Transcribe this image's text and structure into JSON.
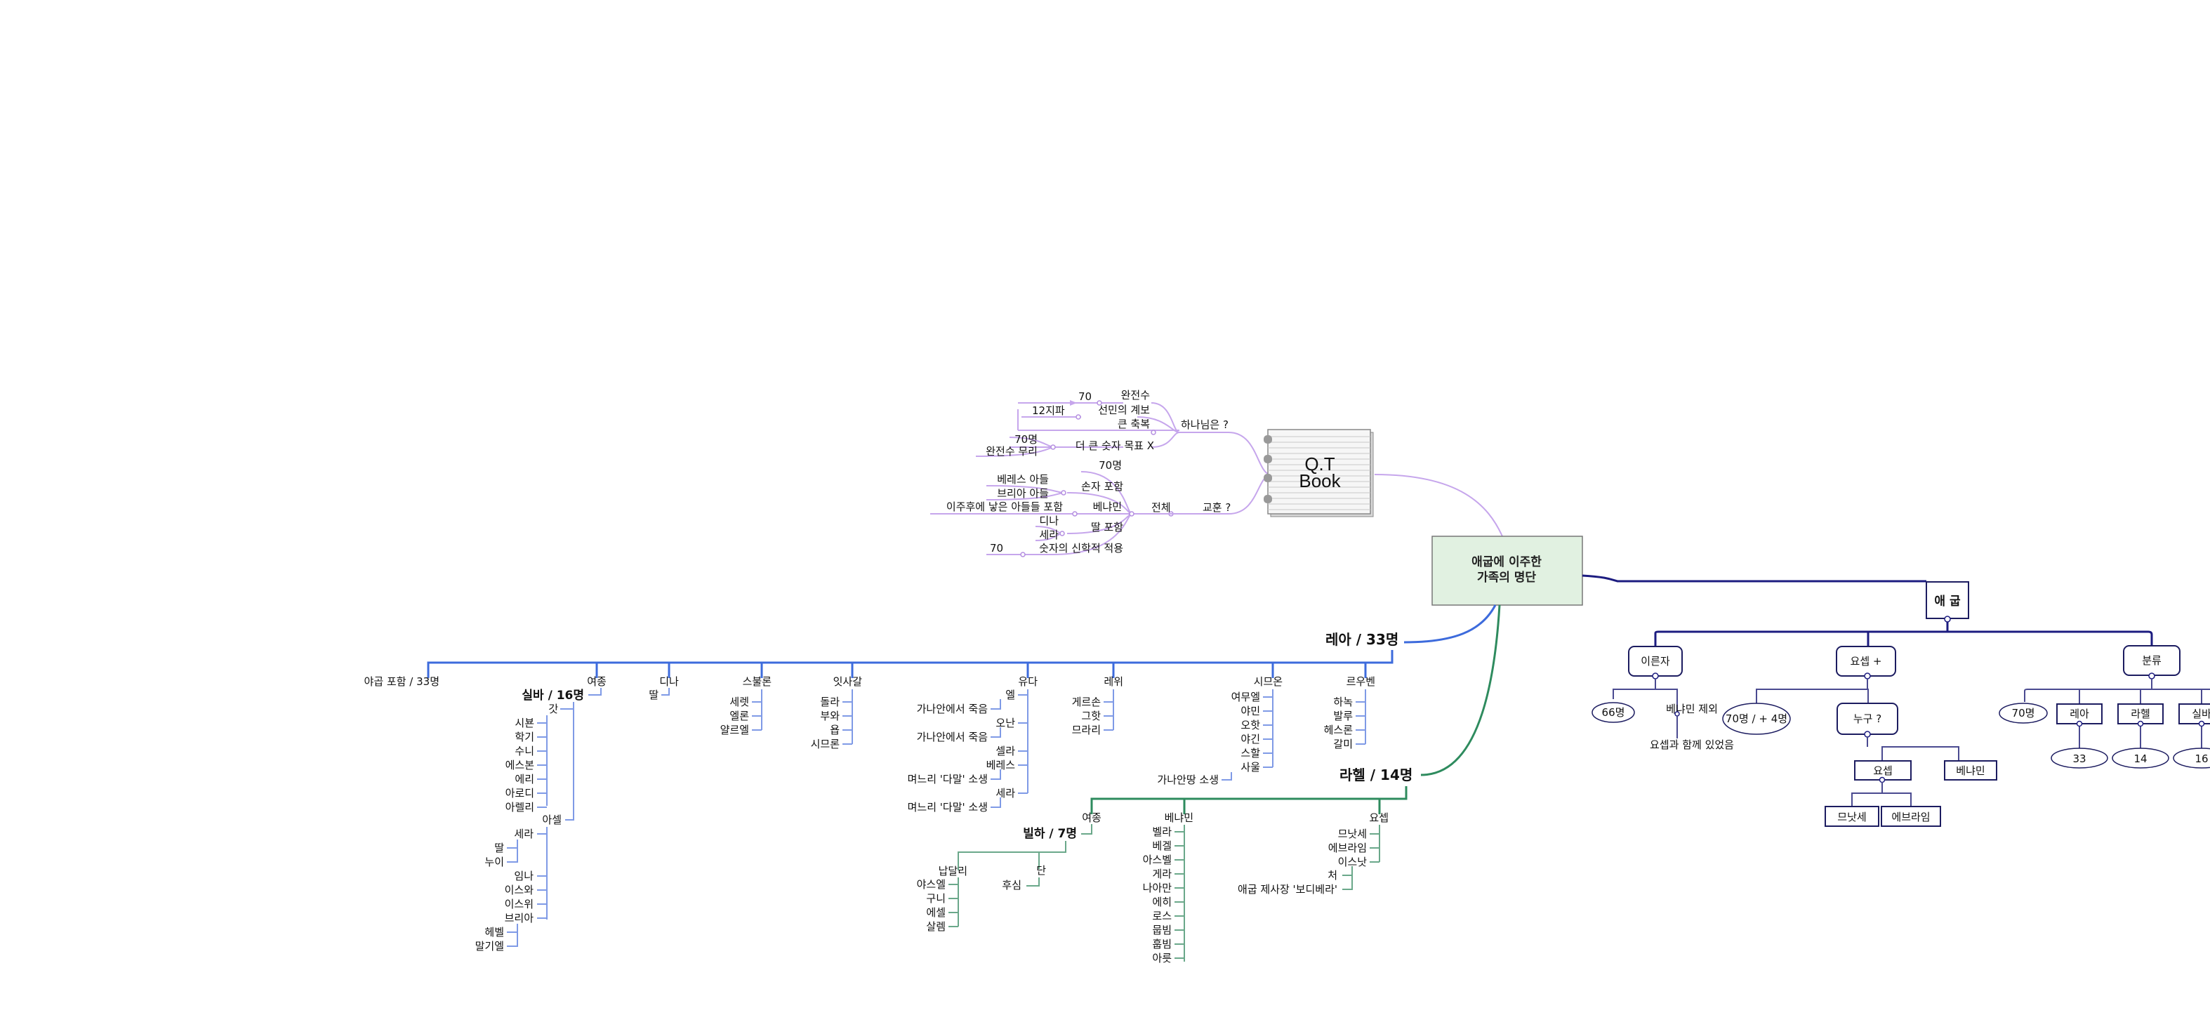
{
  "center": {
    "line1": "애굽에 이주한",
    "line2": "가족의 명단",
    "color": "#e1f1e1"
  },
  "qt_book": {
    "line1": "Q.T",
    "line2": "Book",
    "hananim": {
      "label": "하나님은 ?",
      "children": [
        "완전수",
        "선민의 계보",
        "큰 축복",
        "더 큰 숫자 목표 X"
      ],
      "wanjeonsu_child": "70",
      "seonmin_child": "12지파",
      "more_children": [
        "70명",
        "완전수 무리"
      ]
    },
    "gyohun": {
      "label": "교훈 ?",
      "jeonche": "전체",
      "children": [
        "70명",
        "손자 포함",
        "베냐민",
        "딸 포함",
        "숫자의 신학적 적용"
      ],
      "sonja_children": [
        "베레스 아들",
        "브리아 아들"
      ],
      "benjamin_child": "이주후에 낳은 아들들 포함",
      "ttal_children": [
        "디나",
        "세라"
      ],
      "sinhak_child": "70"
    }
  },
  "leah": {
    "title": "레아 / 33명",
    "total": "야곱 포함 / 33명",
    "yeojong": {
      "label": "여종",
      "zilpah": "실바 / 16명",
      "gad": {
        "label": "갓",
        "children": [
          "시뵨",
          "학기",
          "수니",
          "에스본",
          "에리",
          "아로디",
          "아렐리"
        ]
      },
      "asher": {
        "label": "아셀",
        "children": [
          "세라",
          "임나",
          "이스와",
          "이스위",
          "브리아"
        ],
        "sera_children": [
          "딸",
          "누이"
        ],
        "beria_children": [
          "헤벨",
          "말기엘"
        ]
      }
    },
    "dinah": {
      "label": "디나",
      "children": [
        "딸"
      ]
    },
    "zebulun": {
      "label": "스불론",
      "children": [
        "세렛",
        "엘론",
        "얄르엘"
      ]
    },
    "issachar": {
      "label": "잇사갈",
      "children": [
        "돌라",
        "부와",
        "욥",
        "시므론"
      ]
    },
    "judah": {
      "label": "유다",
      "children": [
        "엘",
        "오난",
        "셀라",
        "베레스",
        "세라"
      ],
      "notes": [
        "가나안에서 죽음",
        "가나안에서 죽음",
        "며느리 '다말' 소생",
        "며느리 '다말' 소생"
      ]
    },
    "levi": {
      "label": "레위",
      "children": [
        "게르손",
        "그핫",
        "므라리"
      ]
    },
    "simeon": {
      "label": "시므온",
      "children": [
        "여무엘",
        "야민",
        "오핫",
        "야긴",
        "스할",
        "사울"
      ],
      "saul_note": "가나안땅 소생"
    },
    "reuben": {
      "label": "르우벤",
      "children": [
        "하녹",
        "발루",
        "헤스론",
        "갈미"
      ]
    }
  },
  "rachel": {
    "title": "라헬 / 14명",
    "yeojong": {
      "label": "여종",
      "bilhah": "빌하 / 7명",
      "naphtali": {
        "label": "납달리",
        "children": [
          "야스엘",
          "구니",
          "에셀",
          "살렘"
        ]
      },
      "dan": {
        "label": "단",
        "children": [
          "후심"
        ]
      }
    },
    "benjamin": {
      "label": "베냐민",
      "children": [
        "벨라",
        "베겔",
        "아스벨",
        "게라",
        "나아만",
        "에히",
        "로스",
        "뭅빔",
        "훕빔",
        "아릇"
      ]
    },
    "joseph": {
      "label": "요셉",
      "children": [
        "므낫세",
        "에브라임",
        "이스낫"
      ],
      "notes": [
        "처",
        "애굽 제사장 '보디베라'"
      ]
    }
  },
  "egypt": {
    "title": "애 굽",
    "ireunja": {
      "label": "이른자",
      "count": "66명",
      "except": "베냐민 제외",
      "note": "요셉과 함께 있었음"
    },
    "joseph_plus": {
      "label": "요셉 +",
      "count": "70명 / + 4명",
      "who": "누구 ?",
      "joseph": "요셉",
      "benjamin": "베냐민",
      "sons": [
        "므낫세",
        "에브라임"
      ]
    },
    "bunryu": {
      "label": "분류",
      "total": "70명",
      "groups": [
        {
          "name": "레아",
          "n": "33"
        },
        {
          "name": "라헬",
          "n": "14"
        },
        {
          "name": "실바",
          "n": "16"
        }
      ]
    }
  },
  "colors": {
    "leah": "#3d6bdc",
    "rachel": "#2e8b5e",
    "egypt": "#1c1c80",
    "qt": "#c6a6ec"
  }
}
